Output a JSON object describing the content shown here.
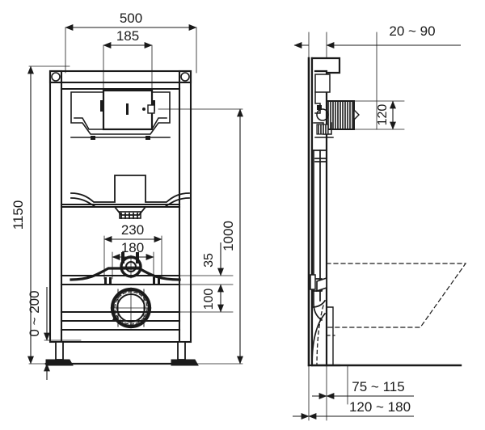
{
  "drawing": {
    "title": "Wall-hung WC installation frame - dimensioned drawing",
    "type": "technical-drawing",
    "units": "mm",
    "line_color": "#1a1a1a",
    "background_color": "#ffffff",
    "views": [
      {
        "id": "front",
        "label": "front-elevation"
      },
      {
        "id": "side",
        "label": "side-section"
      }
    ]
  },
  "dimensions": {
    "front": {
      "width_overall": "500",
      "flush_plate_width": "185",
      "height_overall": "1150",
      "height_to_bowl": "1000",
      "floor_offset": "0 ~ 200",
      "fixing_bolts_spacing_outer": "230",
      "fixing_bolts_spacing_inner": "180",
      "bolt_to_outlet_upper": "35",
      "outlet_offset": "100"
    },
    "side": {
      "wall_facing_depth": "20 ~ 90",
      "actuator_height": "120",
      "bowl_front_range": "75 ~ 115",
      "frame_depth_range": "120 ~ 180"
    }
  },
  "labels": {
    "d500": "500",
    "d185": "185",
    "d1150": "1150",
    "d1000": "1000",
    "d0_200": "0 ~ 200",
    "d230": "230",
    "d180": "180",
    "d35": "35",
    "d100": "100",
    "d20_90": "20 ~ 90",
    "d120": "120",
    "d75_115": "75 ~ 115",
    "d120_180": "120 ~ 180"
  }
}
